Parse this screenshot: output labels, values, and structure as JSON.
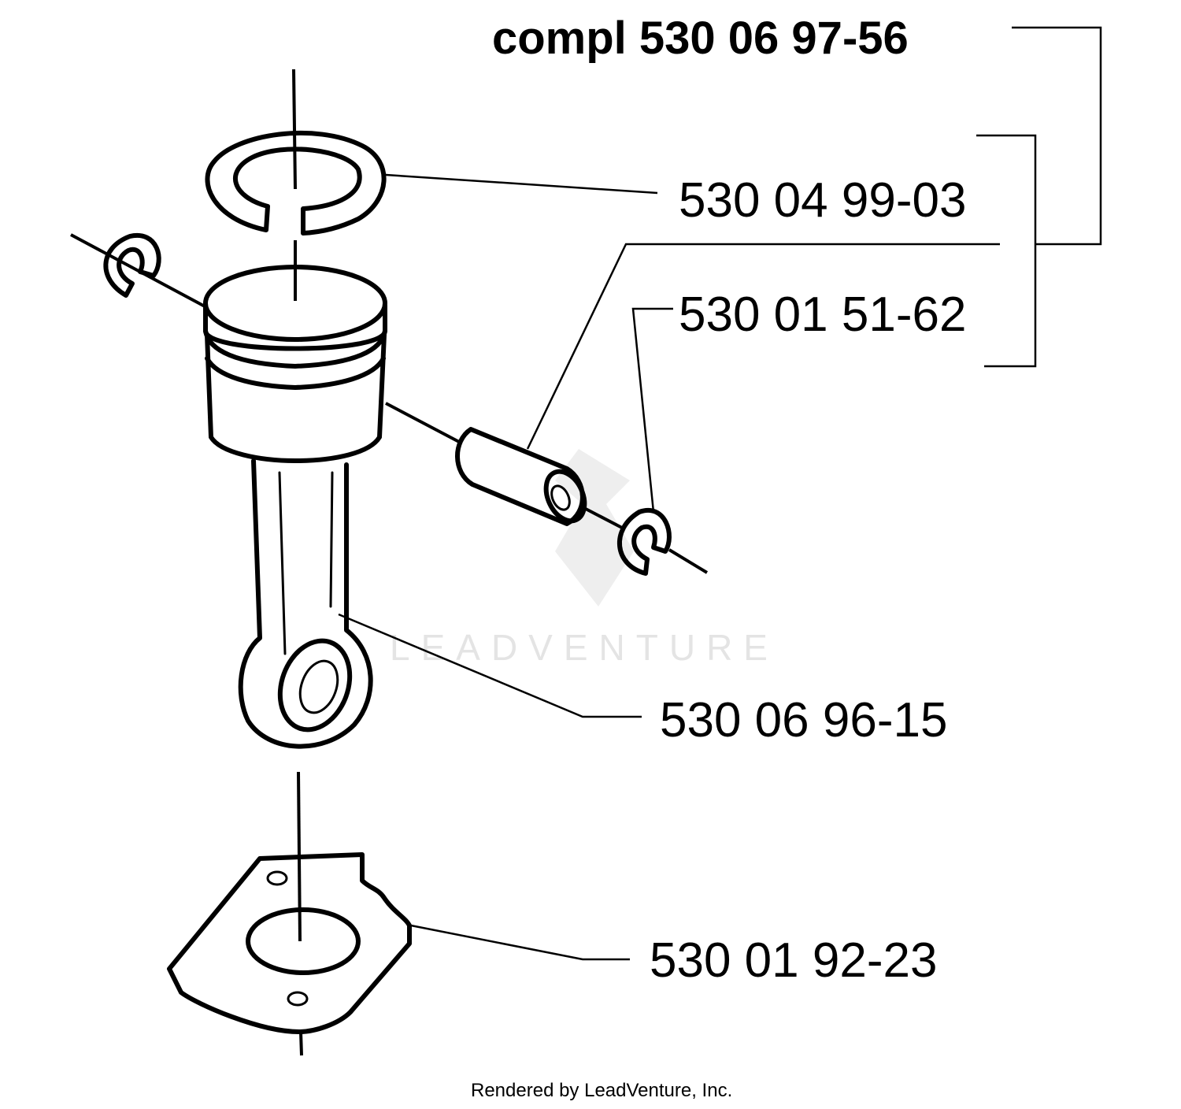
{
  "assembly": {
    "label": "compl 530 06 97-56"
  },
  "parts": {
    "piston_ring": "530 04 99-03",
    "piston_pin": "530 01 51-62",
    "connecting_rod": "530 06 96-15",
    "gasket": "530 01 92-23"
  },
  "watermark": {
    "text": "LEADVENTURE"
  },
  "footer": {
    "credit": "Rendered by LeadVenture, Inc."
  }
}
